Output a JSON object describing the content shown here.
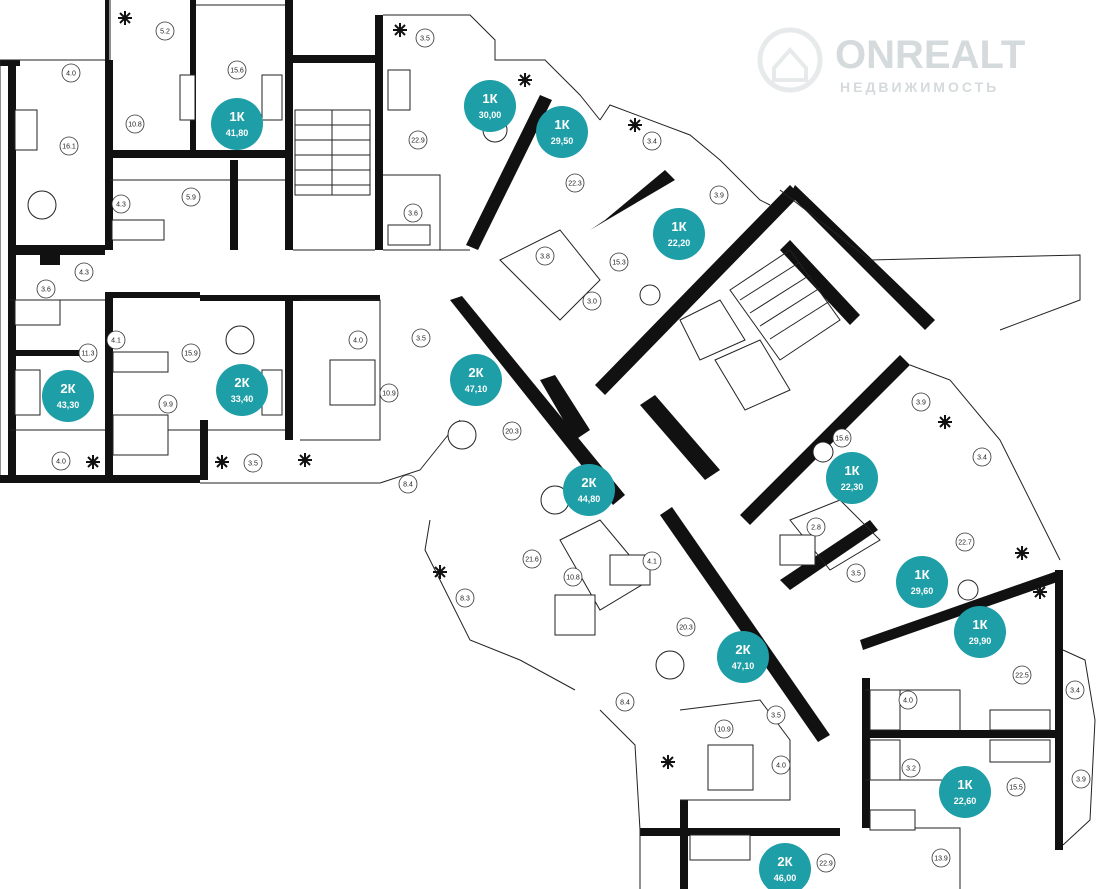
{
  "watermark": {
    "brand": "ONREALT",
    "tagline": "НЕДВИЖИМОСТЬ"
  },
  "apartments": [
    {
      "type": "1К",
      "area": "41,80"
    },
    {
      "type": "1К",
      "area": "30,00"
    },
    {
      "type": "1К",
      "area": "29,50"
    },
    {
      "type": "1К",
      "area": "22,20"
    },
    {
      "type": "2К",
      "area": "43,30"
    },
    {
      "type": "2К",
      "area": "33,40"
    },
    {
      "type": "2К",
      "area": "47,10"
    },
    {
      "type": "2К",
      "area": "44,80"
    },
    {
      "type": "1К",
      "area": "22,30"
    },
    {
      "type": "1К",
      "area": "29,60"
    },
    {
      "type": "1К",
      "area": "29,90"
    },
    {
      "type": "2К",
      "area": "47,10"
    },
    {
      "type": "1К",
      "area": "22,60"
    },
    {
      "type": "2К",
      "area": "46,00"
    }
  ],
  "room_areas": [
    "5.2",
    "15.6",
    "4.0",
    "3.5",
    "10.8",
    "16.1",
    "22.9",
    "4.3",
    "5.9",
    "3.6",
    "3.4",
    "22.3",
    "3.9",
    "3.8",
    "15.3",
    "3.0",
    "4.3",
    "3.6",
    "11.3",
    "4.1",
    "15.9",
    "4.0",
    "3.5",
    "9.9",
    "10.9",
    "20.3",
    "4.0",
    "3.5",
    "8.4",
    "3.9",
    "15.6",
    "3.4",
    "2.8",
    "22.7",
    "3.5",
    "21.6",
    "4.1",
    "10.8",
    "8.3",
    "20.3",
    "8.4",
    "10.9",
    "3.5",
    "4.0",
    "4.0",
    "3.2",
    "22.5",
    "3.4",
    "15.5",
    "3.9",
    "22.9",
    "13.9"
  ],
  "colors": {
    "accent": "#1e9ea6",
    "wall": "#111111",
    "watermark": "#d5dadc"
  }
}
